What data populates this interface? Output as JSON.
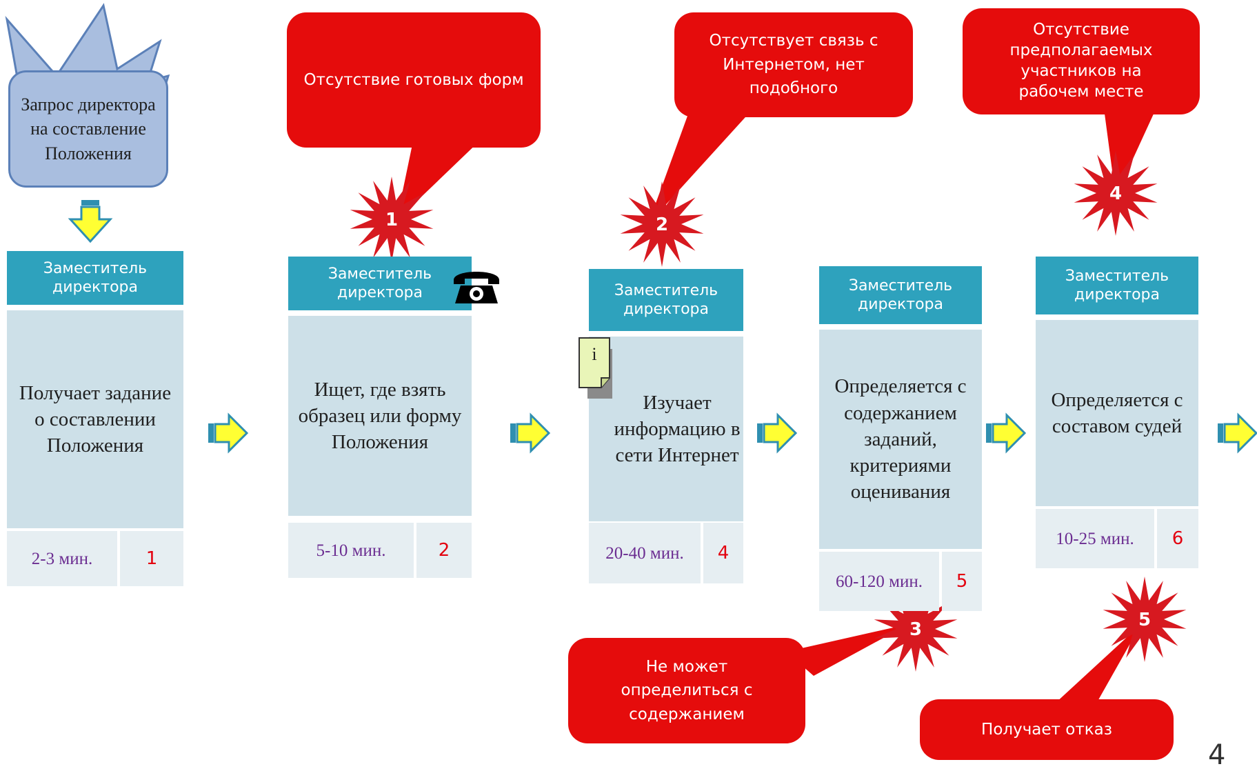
{
  "request": {
    "text": "Запрос директора на составление Положения"
  },
  "cards": [
    {
      "header": "Заместитель директора",
      "body": "Получает задание о составлении Положения",
      "time": "2-3 мин.",
      "num": "1"
    },
    {
      "header": "Заместитель директора",
      "body": "Ищет, где взять образец или форму Положения",
      "time": "5-10 мин.",
      "num": "2"
    },
    {
      "header": "Заместитель директора",
      "body": "Изучает информацию в сети Интернет",
      "time": "20-40 мин.",
      "num": "4"
    },
    {
      "header": "Заместитель директора",
      "body": "Определяется с содержанием заданий, критериями оценивания",
      "time": "60-120 мин.",
      "num": "5"
    },
    {
      "header": "Заместитель директора",
      "body": "Определяется с составом судей",
      "time": "10-25 мин.",
      "num": "6"
    }
  ],
  "problems": [
    {
      "num": "1",
      "text": "Отсутствие готовых форм"
    },
    {
      "num": "2",
      "text": "Отсутствует связь с Интернетом,  нет подобного"
    },
    {
      "num": "3",
      "text": "Не может определиться с содержанием"
    },
    {
      "num": "4",
      "text": "Отсутствие предполагаемых участников на рабочем месте"
    },
    {
      "num": "5",
      "text": "Получает отказ"
    }
  ],
  "icons": {
    "phone": "telephone-icon",
    "info": "info-document-icon",
    "arrow": "right-arrow-icon",
    "down_arrow": "down-arrow-icon"
  },
  "colors": {
    "header": "#2ea2bd",
    "body": "#cde0e8",
    "footer": "#e6eef2",
    "bubble": "#e50c0c",
    "star": "#d71920",
    "arrow_fill": "#ffff33",
    "arrow_stroke": "#2f8fb0",
    "request_fill": "#a9bedf"
  },
  "slide_number": "4"
}
